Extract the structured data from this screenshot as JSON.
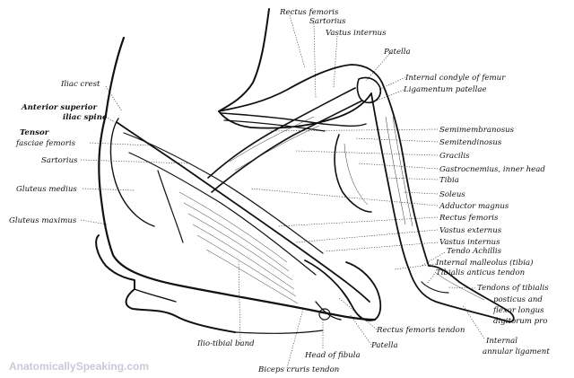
{
  "labels": {
    "iliac_crest": "Iliac crest",
    "anterior_superior_1": "Anterior superior",
    "anterior_superior_2": "iliac spine",
    "tensor_1": "Tensor",
    "tensor_2": "fasciae femoris",
    "sartorius_left": "Sartorius",
    "gluteus_medius": "Gluteus medius",
    "gluteus_maximus": "Gluteus maximus",
    "rectus_femoris_top": "Rectus femoris",
    "sartorius_top": "Sartorius",
    "vastus_internus_top": "Vastus internus",
    "patella_top": "Patella",
    "internal_condyle": "Internal condyle of femur",
    "ligamentum_patellae": "Ligamentum patellae",
    "semimembranosus": "Semimembranosus",
    "semitendinosus": "Semitendinosus",
    "gracilis": "Gracilis",
    "gastrocnemius": "Gastrocnemius, inner head",
    "tibia": "Tibia",
    "soleus": "Soleus",
    "adductor_magnus": "Adductor magnus",
    "rectus_femoris_mid": "Rectus femoris",
    "vastus_externus": "Vastus externus",
    "vastus_internus_mid": "Vastus internus",
    "tendo_achillis": "Tendo Achillis",
    "internal_malleolus": "Internal malleolus (tibia)",
    "tibialis_anticus": "Tibialis anticus tendon",
    "tendons_tibialis_1": "Tendons of tibialis",
    "tendons_tibialis_2": "posticus and",
    "tendons_tibialis_3": "flexor longus",
    "tendons_tibialis_4": "digitorum pro",
    "internal_annular_1": "Internal",
    "internal_annular_2": "annular ligament",
    "rectus_femoris_tendon": "Rectus femoris tendon",
    "patella_bottom": "Patella",
    "head_of_fibula": "Head of fibula",
    "ilio_tibial": "Ilio-tibial band",
    "biceps_cruris": "Biceps cruris tendon"
  },
  "watermark": "AnatomicallySpeaking.com"
}
